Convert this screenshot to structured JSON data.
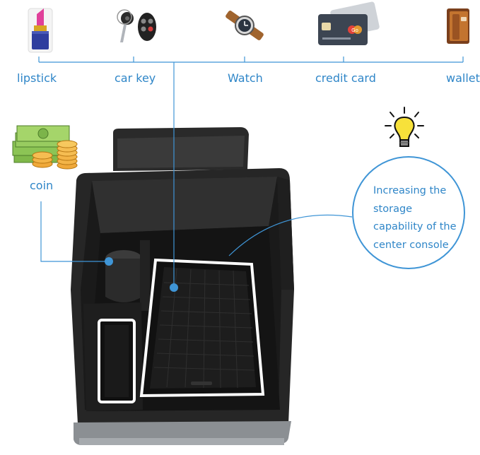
{
  "items": [
    {
      "label": "lipstick",
      "icon": "lipstick-icon"
    },
    {
      "label": "car key",
      "icon": "car-key-icon"
    },
    {
      "label": "Watch",
      "icon": "watch-icon"
    },
    {
      "label": "credit card",
      "icon": "credit-card-icon"
    },
    {
      "label": "wallet",
      "icon": "wallet-icon"
    }
  ],
  "coin": {
    "label": "coin",
    "icon": "coin-stack-icon"
  },
  "card_mark": "Go",
  "callout": {
    "text": "Increasing the storage capability of the center console",
    "icon": "light-bulb-icon"
  },
  "colors": {
    "accent": "#3f95d6",
    "label": "#2f86c8",
    "tray": "#1c1c1c",
    "mat_border": "#ffffff"
  }
}
